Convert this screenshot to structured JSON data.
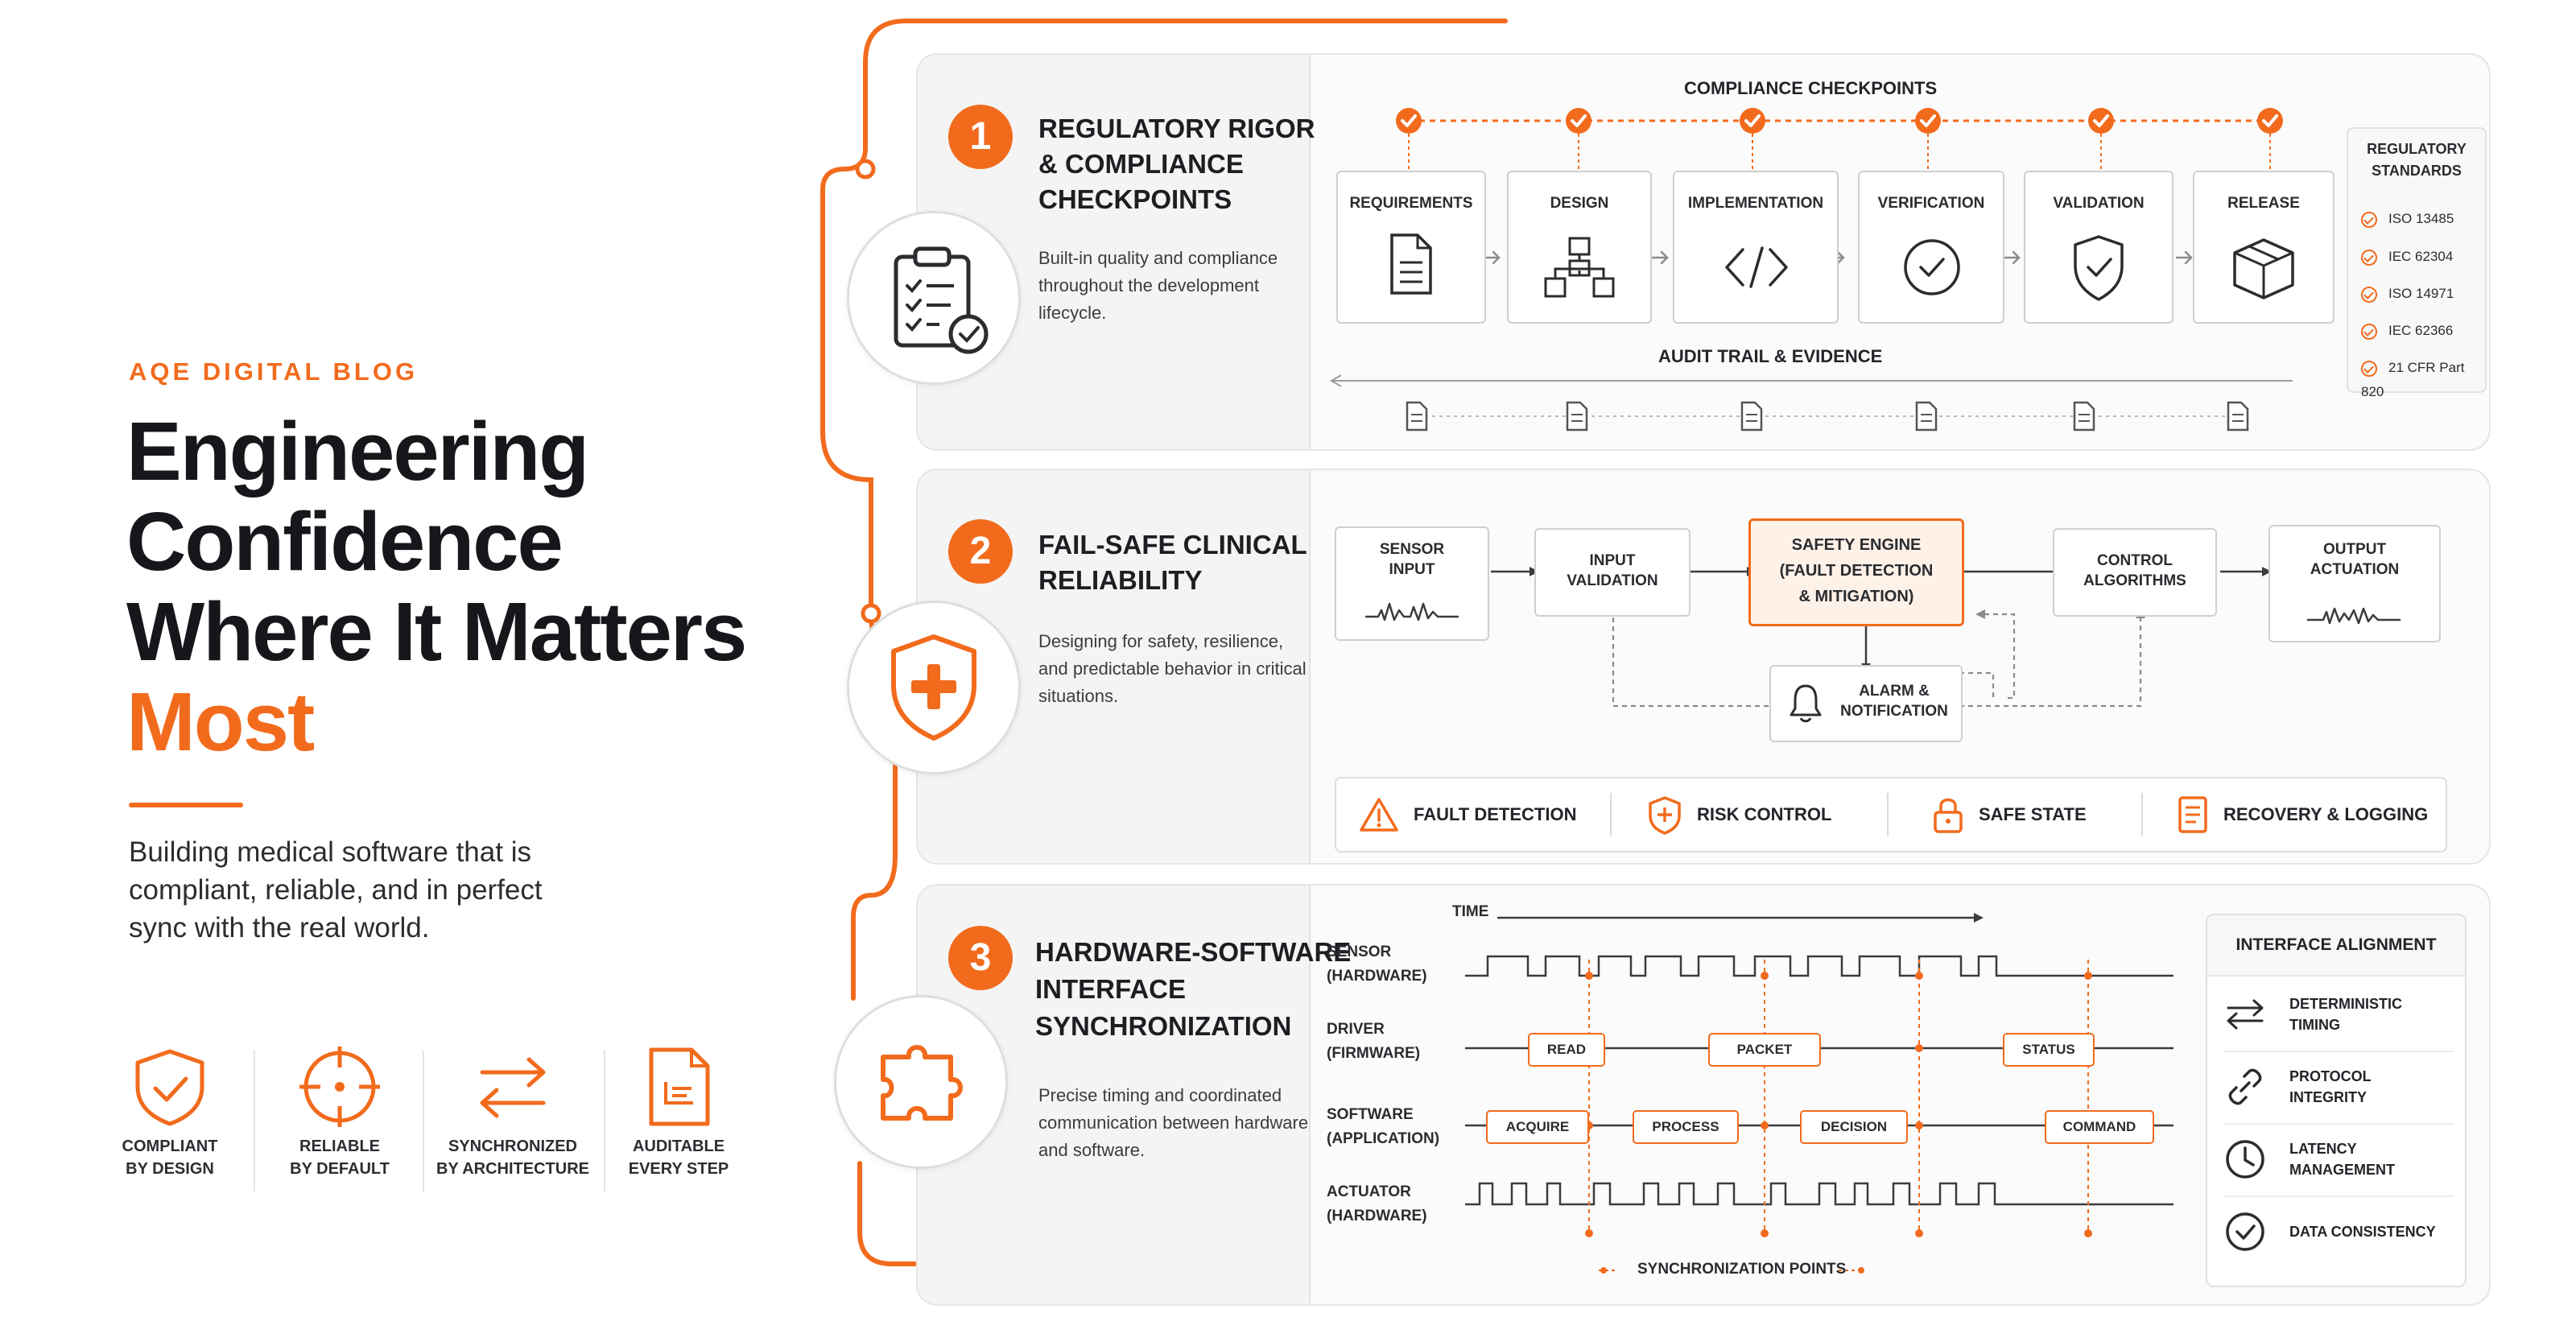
{
  "hero": {
    "eyebrow": "AQE DIGITAL BLOG",
    "headline_1": "Engineering",
    "headline_2": "Confidence",
    "headline_3": "Where It Matters",
    "headline_accent": "Most",
    "lead": "Building medical software that is compliant, reliable, and in perfect sync with the real world."
  },
  "badges": [
    {
      "line1": "COMPLIANT",
      "line2": "BY DESIGN",
      "icon": "shield-check-icon"
    },
    {
      "line1": "RELIABLE",
      "line2": "BY DEFAULT",
      "icon": "crosshair-icon"
    },
    {
      "line1": "SYNCHRONIZED",
      "line2": "BY ARCHITECTURE",
      "icon": "sync-arrows-icon"
    },
    {
      "line1": "AUDITABLE",
      "line2": "EVERY STEP",
      "icon": "document-icon"
    }
  ],
  "section1": {
    "number": "1",
    "title_1": "REGULATORY RIGOR",
    "title_2": "& COMPLIANCE",
    "title_3": "CHECKPOINTS",
    "desc": "Built-in quality and compliance throughout the development lifecycle.",
    "checkpoints_label": "COMPLIANCE CHECKPOINTS",
    "stages": [
      "REQUIREMENTS",
      "DESIGN",
      "IMPLEMENTATION",
      "VERIFICATION",
      "VALIDATION",
      "RELEASE"
    ],
    "audit_label": "AUDIT TRAIL & EVIDENCE",
    "standards_title_1": "REGULATORY",
    "standards_title_2": "STANDARDS",
    "standards": [
      "ISO 13485",
      "IEC 62304",
      "ISO 14971",
      "IEC 62366",
      "21 CFR Part 820"
    ]
  },
  "section2": {
    "number": "2",
    "title_1": "FAIL-SAFE CLINICAL",
    "title_2": "RELIABILITY",
    "desc": "Designing for safety, resilience, and predictable behavior in critical situations.",
    "sensor_1": "SENSOR",
    "sensor_2": "INPUT",
    "input_1": "INPUT",
    "input_2": "VALIDATION",
    "engine_1": "SAFETY ENGINE",
    "engine_2": "(FAULT DETECTION",
    "engine_3": "& MITIGATION)",
    "control_1": "CONTROL",
    "control_2": "ALGORITHMS",
    "output_1": "OUTPUT",
    "output_2": "ACTUATION",
    "alarm_1": "ALARM &",
    "alarm_2": "NOTIFICATION",
    "features": [
      "FAULT DETECTION",
      "RISK CONTROL",
      "SAFE STATE",
      "RECOVERY & LOGGING"
    ]
  },
  "section3": {
    "number": "3",
    "title_1": "HARDWARE-SOFTWARE",
    "title_2": "INTERFACE",
    "title_3": "SYNCHRONIZATION",
    "desc": "Precise timing and coordinated communication between hardware and software.",
    "time_label": "TIME",
    "lanes": [
      {
        "l1": "SENSOR",
        "l2": "(HARDWARE)"
      },
      {
        "l1": "DRIVER",
        "l2": "(FIRMWARE)"
      },
      {
        "l1": "SOFTWARE",
        "l2": "(APPLICATION)"
      },
      {
        "l1": "ACTUATOR",
        "l2": "(HARDWARE)"
      }
    ],
    "firmware_events": [
      "READ",
      "PACKET",
      "STATUS"
    ],
    "app_events": [
      "ACQUIRE",
      "PROCESS",
      "DECISION",
      "COMMAND"
    ],
    "sync_label": "SYNCHRONIZATION POINTS",
    "alignment_title": "INTERFACE ALIGNMENT",
    "alignment": [
      {
        "l1": "DETERMINISTIC",
        "l2": "TIMING"
      },
      {
        "l1": "PROTOCOL",
        "l2": "INTEGRITY"
      },
      {
        "l1": "LATENCY",
        "l2": "MANAGEMENT"
      },
      {
        "l1": "DATA CONSISTENCY",
        "l2": ""
      }
    ]
  },
  "colors": {
    "accent": "#f26b1d",
    "ink": "#1c1e22",
    "card": "#f4f4f4"
  }
}
